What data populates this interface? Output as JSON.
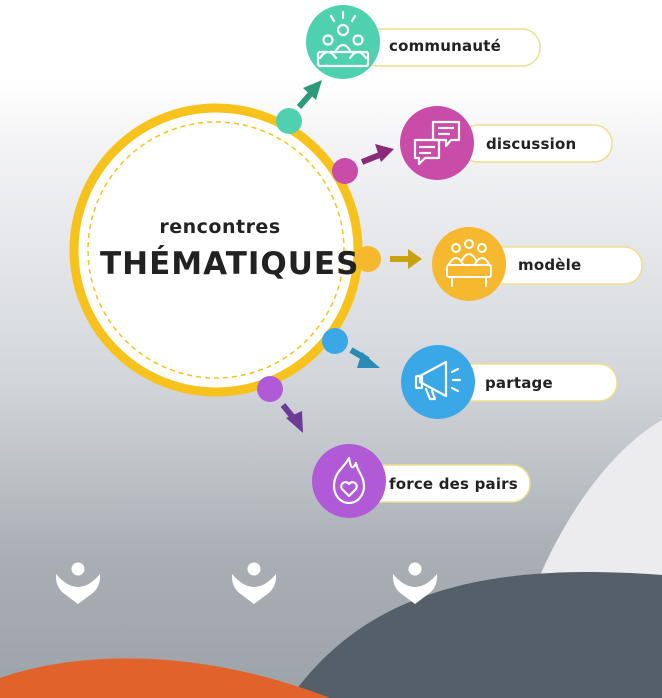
{
  "center": {
    "line1": "rencontres",
    "line2": "THÉMATIQUES"
  },
  "branches": [
    {
      "label": "communauté",
      "icon": "community-icon",
      "color": "#4fd1b0"
    },
    {
      "label": "discussion",
      "icon": "chat-bubbles-icon",
      "color": "#c84ca8"
    },
    {
      "label": "modèle",
      "icon": "meeting-table-icon",
      "color": "#f5b82e"
    },
    {
      "label": "partage",
      "icon": "megaphone-icon",
      "color": "#3aa8e6"
    },
    {
      "label": "force des pairs",
      "icon": "flame-heart-icon",
      "color": "#b05ad8"
    }
  ],
  "colors": {
    "ring": "#f7c21b",
    "orange": "#e2622b",
    "slate": "#535f6b"
  },
  "footer_icons": [
    "person-logo-icon",
    "person-logo-icon",
    "person-logo-icon"
  ]
}
